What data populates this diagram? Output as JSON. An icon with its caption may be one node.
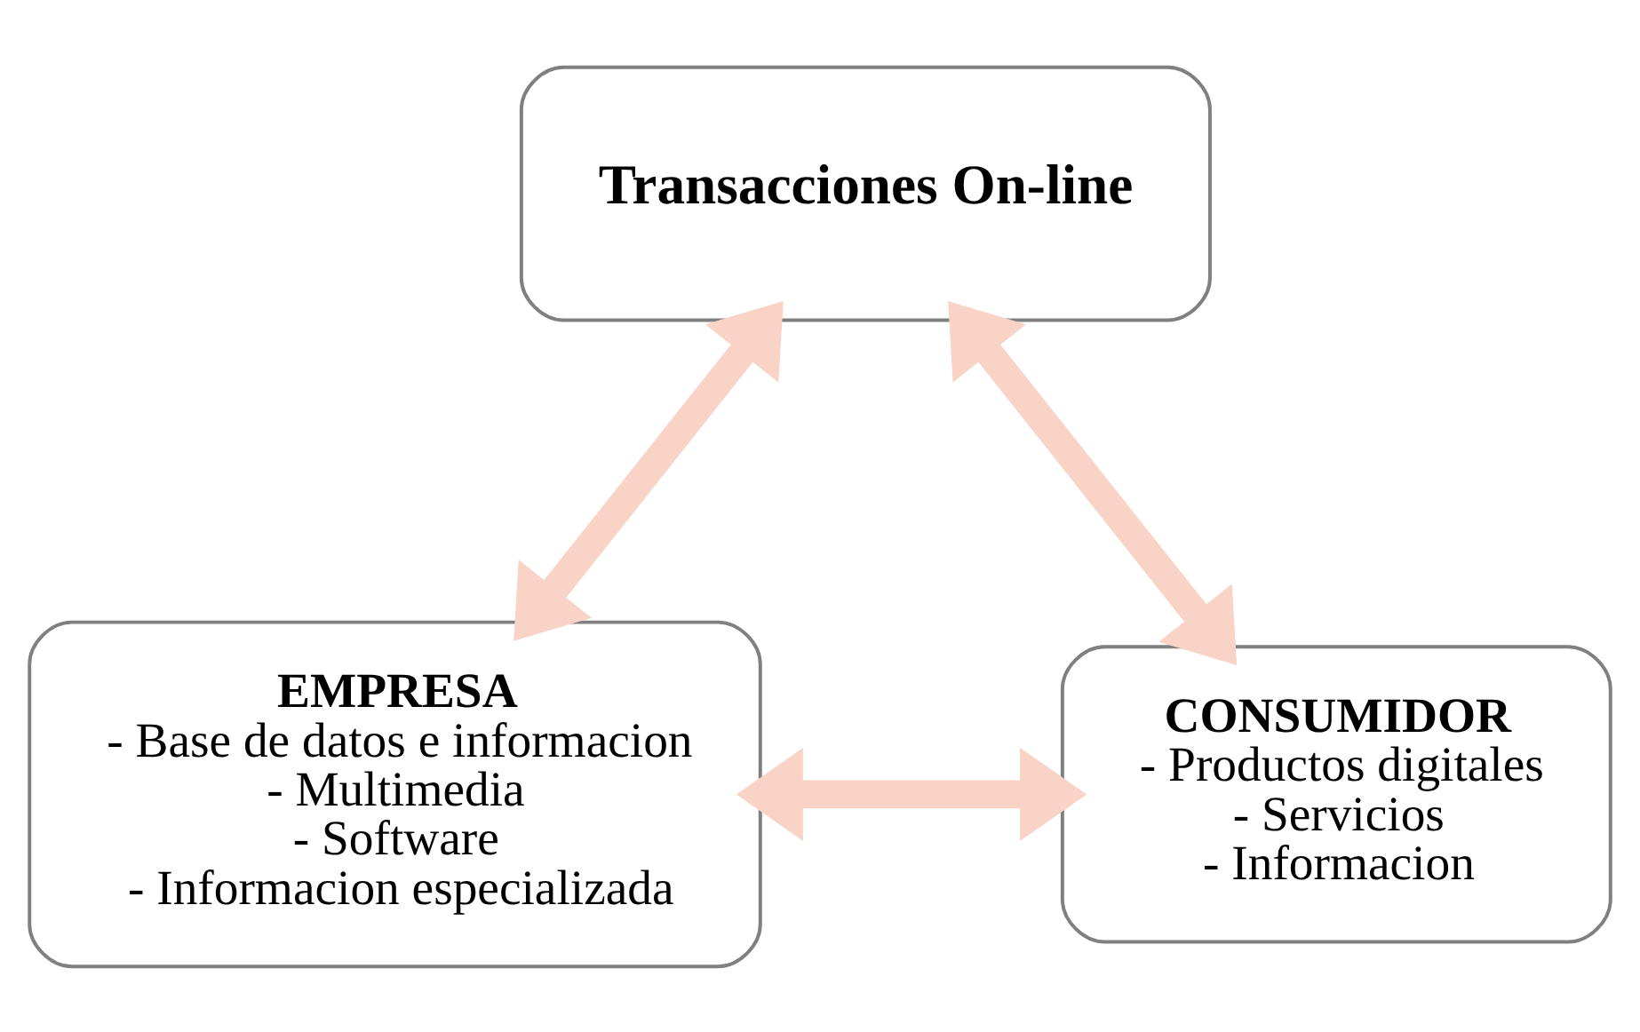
{
  "diagram": {
    "nodes": [
      {
        "text": [
          "Transacciones On-line"
        ]
      },
      {
        "text": [
          "EMPRESA",
          "- Base de datos e informacion",
          "- Multimedia",
          "- Software",
          "- Informacion especializada"
        ]
      },
      {
        "text": [
          "CONSUMIDOR",
          "- Productos digitales",
          "- Servicios",
          "- Informacion"
        ]
      }
    ],
    "edges": [
      {
        "from": 1,
        "to": 0,
        "arrow": "both",
        "color": "#f8d3c6"
      },
      {
        "from": 0,
        "to": 2,
        "arrow": "both",
        "color": "#f8d3c6"
      },
      {
        "from": 1,
        "to": 2,
        "arrow": "both",
        "color": "#f8d3c6"
      }
    ]
  }
}
